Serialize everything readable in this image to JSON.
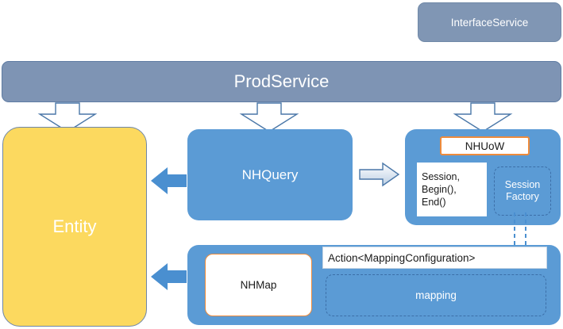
{
  "diagram": {
    "title": "ProdService NHibernate architecture diagram",
    "colors": {
      "service_blue_gray": "#7E94B4",
      "component_blue": "#5B9BD5",
      "entity_yellow": "#FCD95F",
      "accent_orange": "#ED8B3C",
      "arrow_outline": "#4A77A8",
      "white": "#FFFFFF"
    },
    "nodes": {
      "interface_service": {
        "label": "InterfaceService"
      },
      "prod_service": {
        "label": "ProdService"
      },
      "entity": {
        "label": "Entity"
      },
      "nhquery": {
        "label": "NHQuery"
      },
      "nhuow": {
        "title": "NHUoW",
        "session_box": {
          "line1": "Session,",
          "line2": "Begin(),",
          "line3": "End()"
        },
        "session_factory": {
          "line1": "Session",
          "line2": "Factory"
        }
      },
      "nhmap": {
        "label": "NHMap",
        "action_bar": "Action<MappingConfiguration>",
        "mapping": "mapping"
      }
    },
    "connectors": [
      {
        "name": "prodservice-to-entity",
        "style": "hollow-down-arrow"
      },
      {
        "name": "prodservice-to-nhquery",
        "style": "hollow-down-arrow"
      },
      {
        "name": "prodservice-to-nhuow",
        "style": "hollow-down-arrow"
      },
      {
        "name": "nhquery-to-entity",
        "style": "solid-left-arrow"
      },
      {
        "name": "nhmap-to-entity",
        "style": "solid-left-arrow"
      },
      {
        "name": "nhquery-to-nhuow",
        "style": "gradient-right-arrow"
      },
      {
        "name": "sessionfactory-to-mapping",
        "style": "dashed-down-arrow"
      }
    ]
  }
}
